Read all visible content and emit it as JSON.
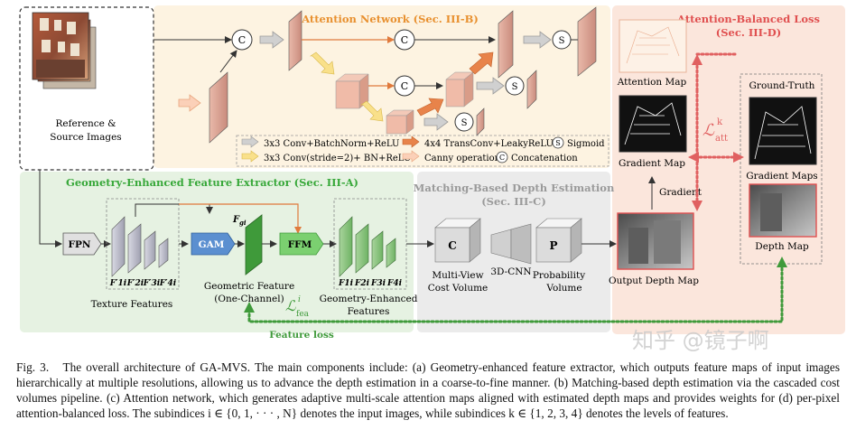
{
  "panels": {
    "attention_title": "Attention Network (Sec. III-B)",
    "loss_title_1": "Attention-Balanced Loss",
    "loss_title_2": "(Sec. III-D)",
    "extractor_title": "Geometry-Enhanced Feature Extractor (Sec. III-A)",
    "depth_title_1": "Matching-Based Depth Estimation",
    "depth_title_2": "(Sec. III-C)"
  },
  "input": {
    "label_1": "Reference &",
    "label_2": "Source Images"
  },
  "legend": {
    "item1": "3x3 Conv+BatchNorm+ReLU",
    "item2": "4x4 TransConv+LeakyReLU",
    "item3": "Sigmoid",
    "item4": "3x3 Conv(stride=2)+ BN+ReLU",
    "item5": "Canny operation",
    "item6": "Concatenation",
    "sigmoid_symbol": "S",
    "concat_symbol": "C"
  },
  "nodes": {
    "concat": "C",
    "sigmoid": "S",
    "fpn": "FPN",
    "gam": "GAM",
    "ffm": "FFM",
    "cost_volume_letter": "C",
    "prob_volume_letter": "P",
    "fgi": "F",
    "fgi_sub": "gi"
  },
  "labels": {
    "texture_feature_names": [
      "F′1i",
      "F′2i",
      "F′3i",
      "F′4i"
    ],
    "texture_features": "Texture Features",
    "geometric_feature_1": "Geometric Feature",
    "geometric_feature_2": "(One-Channel)",
    "enhanced_feature_names": [
      "F1i",
      "F2i",
      "F3i",
      "F4i"
    ],
    "enhanced_features_1": "Geometry-Enhanced",
    "enhanced_features_2": "Features",
    "multi_view_1": "Multi-View",
    "multi_view_2": "Cost Volume",
    "cnn_3d": "3D-CNN",
    "probability_1": "Probability",
    "probability_2": "Volume",
    "output_depth": "Output Depth Map",
    "gradient": "Gradient",
    "attention_map": "Attention Map",
    "gradient_map": "Gradient Map",
    "ground_truth": "Ground-Truth",
    "gradient_maps": "Gradient Maps",
    "depth_map": "Depth Map",
    "loss_att": "ℒ",
    "loss_att_sup": "k",
    "loss_att_sub": "att",
    "loss_fea": "ℒ",
    "loss_fea_sup": "i",
    "loss_fea_sub": "fea",
    "feature_loss": "Feature loss"
  },
  "watermark": "知乎 @镜子啊",
  "caption": {
    "fig": "Fig. 3.",
    "text": "The overall architecture of GA-MVS. The main components include: (a) Geometry-enhanced feature extractor, which outputs feature maps of input images hierarchically at multiple resolutions, allowing us to advance the depth estimation in a coarse-to-fine manner. (b) Matching-based depth estimation via the cascaded cost volumes pipeline. (c) Attention network, which generates adaptive multi-scale attention maps aligned with estimated depth maps and provides weights for (d) per-pixel attention-balanced loss. The subindices i ∈ {0, 1, · · · , N} denotes the input images, while subindices k ∈ {1, 2, 3, 4} denotes the levels of features."
  },
  "colors": {
    "attention_bg": "#fdf3e1",
    "loss_bg": "#fbe6dc",
    "extractor_bg": "#e6f2e2",
    "depth_bg": "#ebebeb",
    "orange": "#e07a3c",
    "green_dark": "#3f9a3a",
    "red_dotted": "#e06060",
    "blue_gam": "#4f86c6",
    "title_orange": "#e8902f",
    "title_green": "#38a83a",
    "title_red": "#e05050"
  }
}
